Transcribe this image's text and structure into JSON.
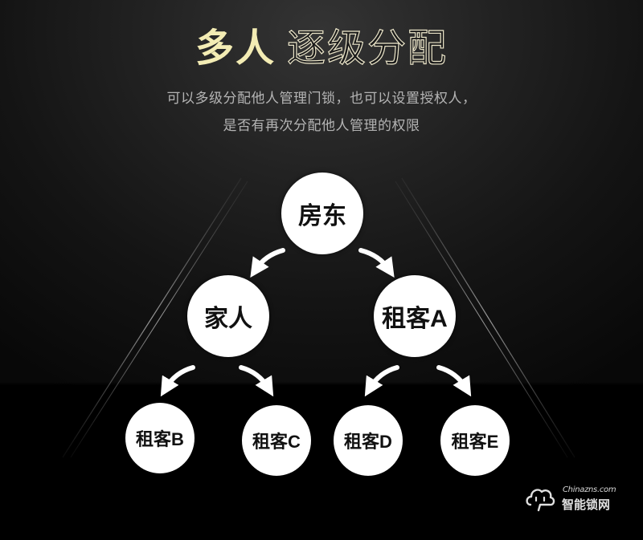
{
  "title": {
    "bold_part": "多人",
    "thin_part": "逐级分配"
  },
  "subtitle": {
    "line1": "可以多级分配他人管理门锁，也可以设置授权人，",
    "line2": "是否有再次分配他人管理的权限"
  },
  "hierarchy": {
    "root": {
      "label": "房东"
    },
    "level2": [
      {
        "label": "家人",
        "parent": "房东"
      },
      {
        "label": "租客A",
        "parent": "房东"
      }
    ],
    "level3": [
      {
        "label": "租客B",
        "parent": "家人"
      },
      {
        "label": "租客C",
        "parent": "家人"
      },
      {
        "label": "租客D",
        "parent": "租客A"
      },
      {
        "label": "租客E",
        "parent": "租客A"
      }
    ]
  },
  "watermark": {
    "icon": "cloud-face-icon",
    "url": "Chinazns.com",
    "name": "智能锁网"
  },
  "colors": {
    "title_accent": "#f3ecb4",
    "title_thin": "#ebe5c9",
    "subtitle": "#b4b4b4",
    "node_fill": "#ffffff",
    "node_text": "#111111",
    "background": "#000000"
  }
}
